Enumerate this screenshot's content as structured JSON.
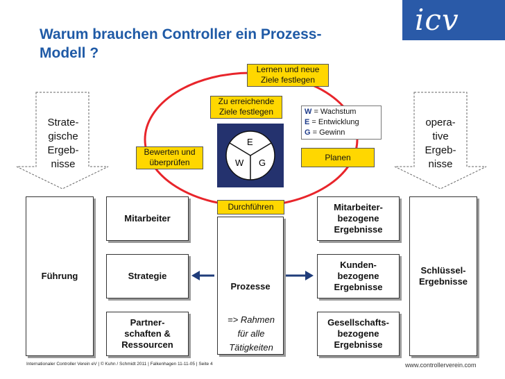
{
  "title": "Warum brauchen Controller ein Prozess-Modell ?",
  "logo": "icv",
  "cycle": {
    "lernen": "Lernen und neue Ziele festlegen",
    "zu_erreichende": "Zu erreichende Ziele festlegen",
    "bewerten": "Bewerten und überprüfen",
    "planen": "Planen",
    "durchfuehren": "Durchführen"
  },
  "weg": {
    "top": "E",
    "left": "W",
    "right": "G"
  },
  "legend": [
    {
      "key": "W",
      "text": " = Wachstum"
    },
    {
      "key": "E",
      "text": " = Entwicklung"
    },
    {
      "key": "G",
      "text": " = Gewinn"
    }
  ],
  "left_arrow_text": "Strate-\ngische\nErgeb-\nnisse",
  "right_arrow_text": "opera-\ntive\nErgeb-\nnisse",
  "boxes": {
    "fuehrung": "Führung",
    "mitarbeiter": "Mitarbeiter",
    "strategie": "Strategie",
    "partner": "Partner-\nschaften &\nRessourcen",
    "prozesse": "Prozesse",
    "rahmen": "=> Rahmen\nfür alle\nTätigkeiten",
    "mitarbeiter_erg": "Mitarbeiter-\nbezogene\nErgebnisse",
    "kunden_erg": "Kunden-\nbezogene\nErgebnisse",
    "gesellschaft_erg": "Gesellschafts-\nbezogene\nErgebnisse",
    "schluessel": "Schlüssel-\nErgebnisse"
  },
  "footer": "Internationaler Controller Verein eV | © Kuhn / Schmidt 2011 | Falkenhagen 11-11-05 | Seite 4",
  "footer_url": "www.controllerverein.com",
  "colors": {
    "title": "#1f5aa6",
    "label_fill": "#ffd700",
    "cycle": "#e8252b",
    "weg": "#24326e",
    "arrow": "#1f3c7a"
  }
}
